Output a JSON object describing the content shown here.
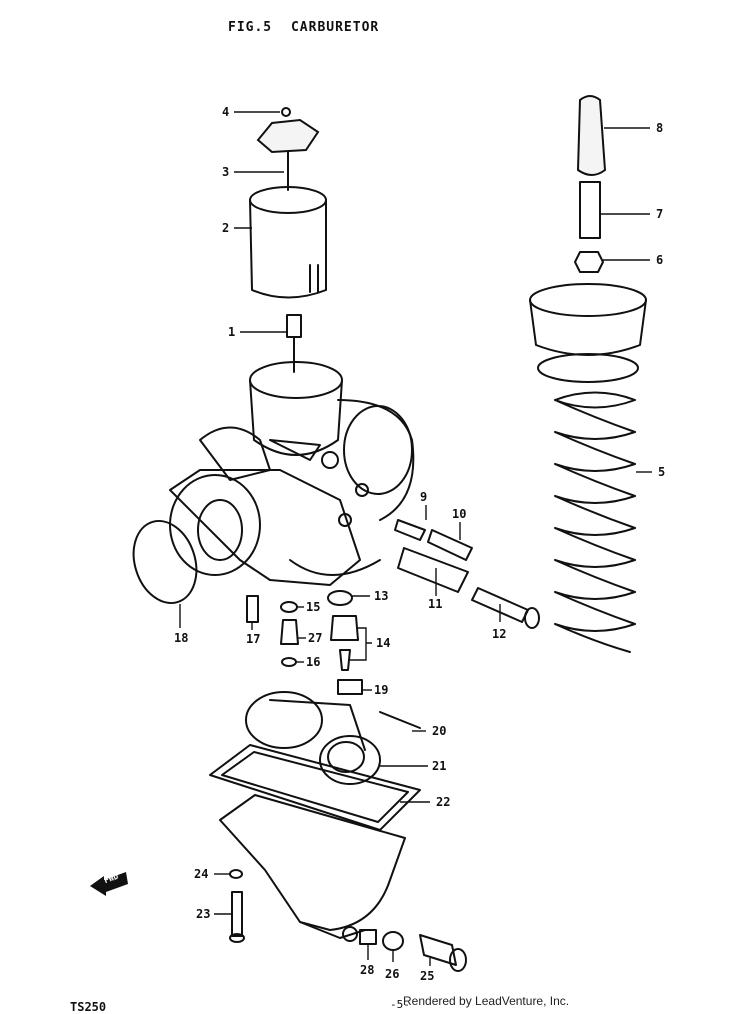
{
  "header": {
    "figure": "FIG.5",
    "title": "CARBURETOR"
  },
  "footer": {
    "model": "TS250",
    "page": "-5-",
    "credit": "Rendered by LeadVenture, Inc."
  },
  "direction_badge": {
    "label": "FWD"
  },
  "callouts": [
    {
      "id": "1",
      "label": "1"
    },
    {
      "id": "2",
      "label": "2"
    },
    {
      "id": "3",
      "label": "3"
    },
    {
      "id": "4",
      "label": "4"
    },
    {
      "id": "5",
      "label": "5"
    },
    {
      "id": "6",
      "label": "6"
    },
    {
      "id": "7",
      "label": "7"
    },
    {
      "id": "8",
      "label": "8"
    },
    {
      "id": "9",
      "label": "9"
    },
    {
      "id": "10",
      "label": "10"
    },
    {
      "id": "11",
      "label": "11"
    },
    {
      "id": "12",
      "label": "12"
    },
    {
      "id": "13",
      "label": "13"
    },
    {
      "id": "14",
      "label": "14"
    },
    {
      "id": "15",
      "label": "15"
    },
    {
      "id": "16",
      "label": "16"
    },
    {
      "id": "17",
      "label": "17"
    },
    {
      "id": "18",
      "label": "18"
    },
    {
      "id": "19",
      "label": "19"
    },
    {
      "id": "20",
      "label": "20"
    },
    {
      "id": "21",
      "label": "21"
    },
    {
      "id": "22",
      "label": "22"
    },
    {
      "id": "23",
      "label": "23"
    },
    {
      "id": "24",
      "label": "24"
    },
    {
      "id": "25",
      "label": "25"
    },
    {
      "id": "26",
      "label": "26"
    },
    {
      "id": "27",
      "label": "27"
    },
    {
      "id": "28",
      "label": "28"
    }
  ]
}
